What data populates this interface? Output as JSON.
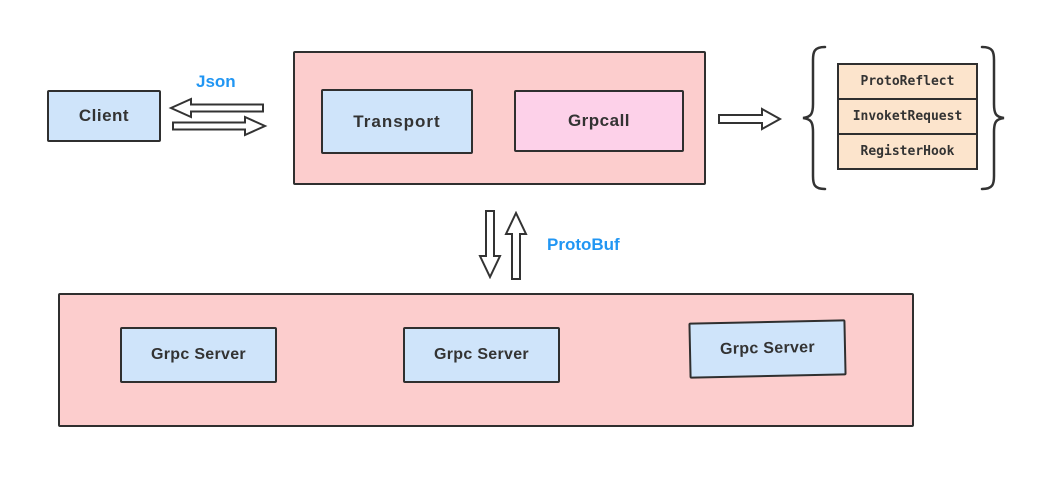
{
  "diagram": {
    "client_label": "Client",
    "json_label": "Json",
    "protobuf_label": "ProtoBuf",
    "gateway": {
      "transport_label": "Transport",
      "grpcall_label": "Grpcall"
    },
    "registry_items": [
      "ProtoReflect",
      "InvoketRequest",
      "RegisterHook"
    ],
    "server_labels": [
      "Grpc Server",
      "Grpc Server",
      "Grpc Server"
    ],
    "colors": {
      "container_fill": "#fccdcd",
      "blue_box_fill": "#cfe4fa",
      "pink_box_fill": "#fdd1e9",
      "orange_box_fill": "#fce4cc",
      "outline": "#2f2f2f",
      "flow_label_blue": "#2196f3",
      "box_text": "#333333"
    }
  }
}
